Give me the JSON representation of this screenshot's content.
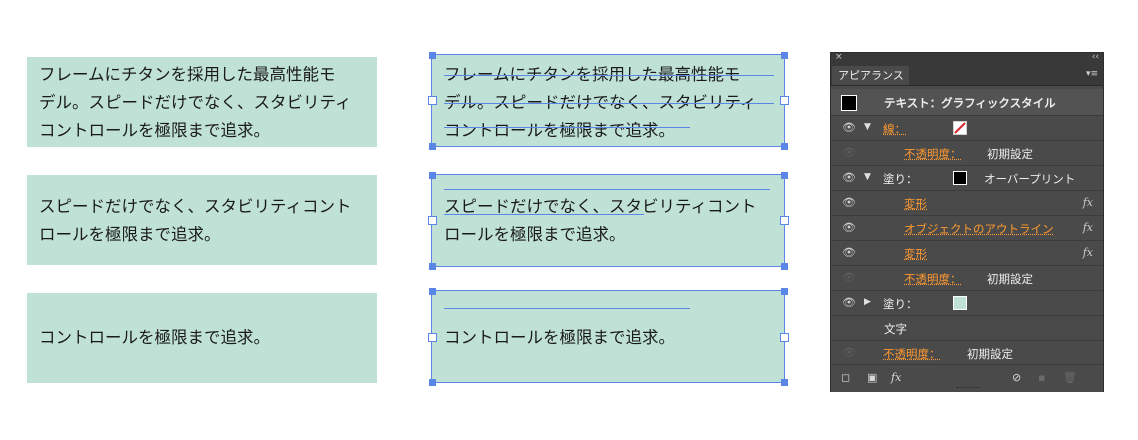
{
  "left_boxes": [
    {
      "text": "フレームにチタンを採用した最高性能モ\nデル。スピードだけでなく、スタビリティ\nコントロールを極限まで追求。"
    },
    {
      "text": "スピードだけでなく、スタビリティコント\nロールを極限まで追求。"
    },
    {
      "text": "コントロールを極限まで追求。"
    }
  ],
  "right_boxes": [
    {
      "text": "フレームにチタンを採用した最高性能モ\nデル。スピードだけでなく、スタビリティ\nコントロールを極限まで追求。"
    },
    {
      "text": "スピードだけでなく、スタビリティコント\nロールを極限まで追求。"
    },
    {
      "text": "コントロールを極限まで追求。"
    }
  ],
  "panel": {
    "close": "×",
    "collapse": "‹‹",
    "tab": "アピアランス",
    "menu_icon": "▾≡",
    "header_label": "テキスト：グラフィックスタイル",
    "rows": [
      {
        "label": "線：",
        "swatch": "none-red-slash"
      },
      {
        "label": "不透明度：",
        "value": "初期設定"
      },
      {
        "label": "塗り：",
        "value": "オーバープリント"
      },
      {
        "label": "変形",
        "fx": "fx"
      },
      {
        "label": "オブジェクトのアウトライン",
        "fx": "fx"
      },
      {
        "label": "変形",
        "fx": "fx"
      },
      {
        "label": "不透明度：",
        "value": "初期設定"
      },
      {
        "label": "塗り：",
        "swatch": "mint"
      },
      {
        "label": "文字"
      },
      {
        "label": "不透明度：",
        "value": "初期設定"
      }
    ],
    "footer_fx": "fx",
    "icons": [
      "new-stroke-icon",
      "new-fill-icon",
      "fx-menu-icon",
      "clear-icon",
      "duplicate-icon",
      "delete-icon"
    ]
  },
  "colors": {
    "box": "#c0e2d6",
    "selection": "#5a86e8",
    "accent_link": "#ff9a30",
    "panel_bg": "#4a4a4a",
    "mint_swatch": "#c0e2d6"
  }
}
